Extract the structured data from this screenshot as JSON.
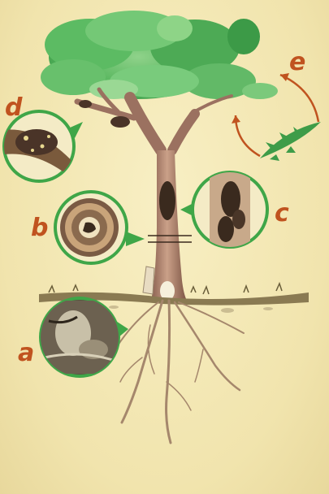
{
  "labels": {
    "a": "a",
    "b": "b",
    "c": "c",
    "d": "d",
    "e": "e"
  },
  "colors": {
    "background": "#f4e9b8",
    "foliage": "#4fae5a",
    "trunk": "#b8876a",
    "callout_ring": "#3fa648",
    "label": "#c0531f",
    "decay": "#3a2a1e"
  },
  "insets": [
    "root-decay-inset",
    "trunk-cross-section-inset",
    "bark-canker-inset",
    "branch-canker-inset",
    "leaf-disease-cycle-inset"
  ]
}
